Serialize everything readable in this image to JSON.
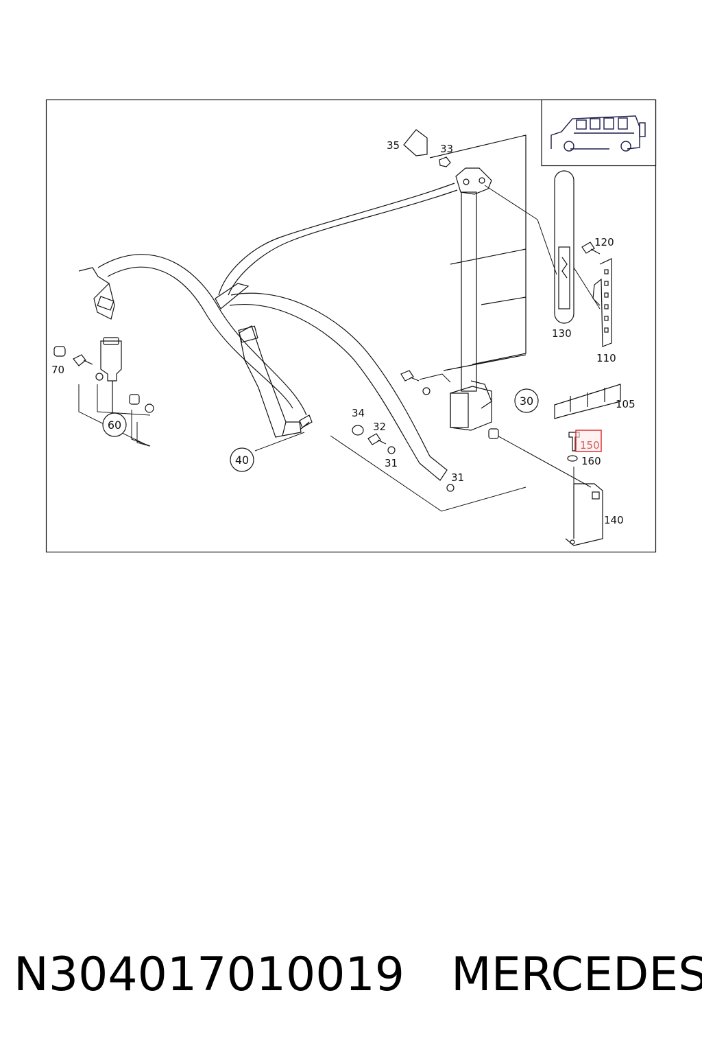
{
  "diagram": {
    "labels": {
      "p30": "30",
      "p31a": "31",
      "p31b": "31",
      "p32": "32",
      "p33": "33",
      "p34": "34",
      "p35": "35",
      "p40": "40",
      "p60": "60",
      "p70": "70",
      "p105": "105",
      "p110": "110",
      "p120": "120",
      "p130": "130",
      "p140": "140",
      "p150": "150",
      "p160": "160"
    },
    "highlighted_part": "150",
    "highlight_color": "#e03030",
    "line_color": "#111111"
  },
  "caption": {
    "part_number": "N304017010019",
    "brand": "MERCEDES"
  }
}
